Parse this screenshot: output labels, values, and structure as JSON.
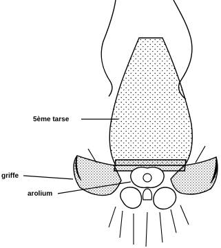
{
  "labels": {
    "tarse": "5ème tarse",
    "griffe": "griffe",
    "arolium": "arolium"
  },
  "colors": {
    "ink": "#000000",
    "paper": "#ffffff"
  }
}
